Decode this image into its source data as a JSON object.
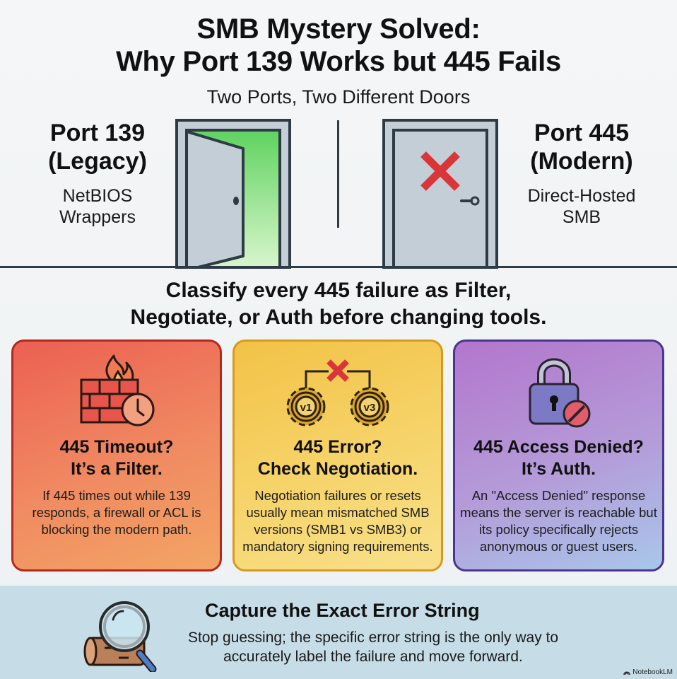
{
  "header": {
    "title_line1": "SMB Mystery Solved:",
    "title_line2": "Why Port 139 Works but 445 Fails",
    "subtitle": "Two Ports, Two Different Doors"
  },
  "ports": {
    "left": {
      "title_line1": "Port 139",
      "title_line2": "(Legacy)",
      "desc_line1": "NetBIOS",
      "desc_line2": "Wrappers",
      "icon": "open-door-icon",
      "accent": "#5fd35f"
    },
    "right": {
      "title_line1": "Port 445",
      "title_line2": "(Modern)",
      "desc_line1": "Direct-Hosted",
      "desc_line2": "SMB",
      "icon": "closed-door-x-icon",
      "accent": "#d9363a"
    }
  },
  "tagline": {
    "line1": "Classify every 445 failure as Filter,",
    "line2": "Negotiate, or Auth before changing tools."
  },
  "cards": [
    {
      "icon": "firewall-clock-icon",
      "title_line1": "445 Timeout?",
      "title_line2": "It’s a Filter.",
      "body": "If 445 times out while 139 responds, a firewall or ACL is blocking the modern path.",
      "color": "#ec6052"
    },
    {
      "icon": "gears-version-mismatch-icon",
      "title_line1": "445 Error?",
      "title_line2": "Check Negotiation.",
      "body": "Negotiation failures or resets usually mean mismatched SMB versions (SMB1 vs SMB3) or mandatory signing requirements.",
      "gear_labels": [
        "v1",
        "v3"
      ],
      "color": "#f2c246"
    },
    {
      "icon": "lock-denied-icon",
      "title_line1": "445 Access Denied?",
      "title_line2": "It’s Auth.",
      "body": "An \"Access Denied\" response means the server is reachable but its policy specifically rejects anonymous or guest users.",
      "color": "#b376cd"
    }
  ],
  "footer": {
    "icon": "magnifier-log-icon",
    "title": "Capture the Exact Error String",
    "body": "Stop guessing; the specific error string is the only way to accurately label the failure and move forward.",
    "brand": "NotebookLM"
  }
}
